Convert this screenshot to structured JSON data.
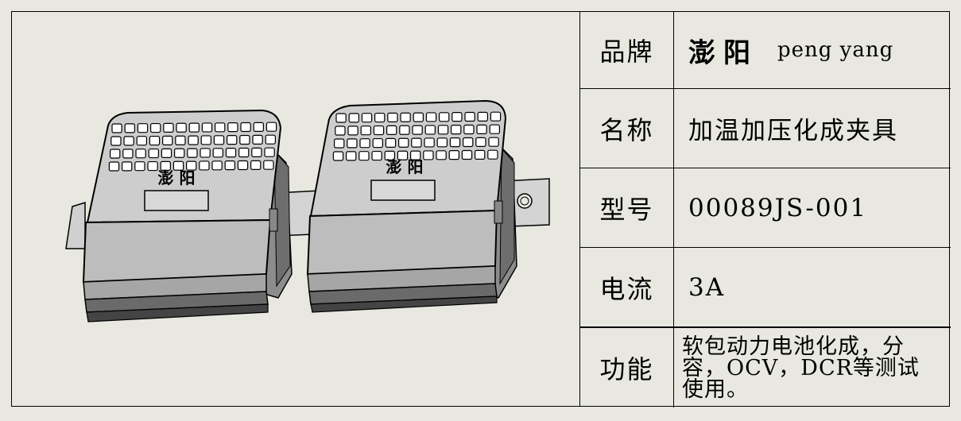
{
  "spec": {
    "brand_label": "品牌",
    "brand_cn": "澎阳",
    "brand_en": "peng yang",
    "name_label": "名称",
    "name_value": "加温加压化成夹具",
    "model_label": "型号",
    "model_value": "00089JS-001",
    "current_label": "电流",
    "current_value": "3A",
    "function_label": "功能",
    "function_value": "软包动力电池化成，分容，OCV，DCR等测试使用。"
  },
  "drawing": {
    "left_logo": "澎 阳",
    "right_logo": "澎 阳"
  },
  "colors": {
    "background": "#e8e8e0",
    "body_top": "#cfcfcf",
    "body_side": "#a8a8a8",
    "base": "#555555"
  }
}
